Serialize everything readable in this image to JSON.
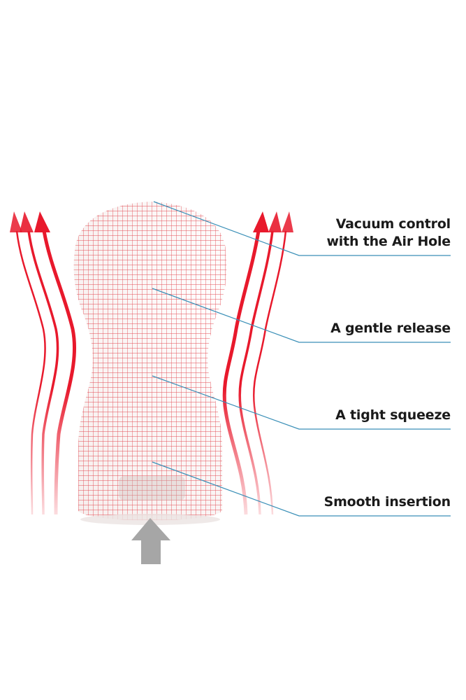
{
  "diagram": {
    "colors": {
      "background": "#ffffff",
      "grid": "#e0303a",
      "body_fill": "#f6eceb",
      "arrow_red": "#e8192c",
      "leader_line": "#3a8fb7",
      "push_arrow": "#a6a6a6",
      "label_text": "#1a1a1a"
    },
    "labels": [
      {
        "id": "air-hole",
        "lines": [
          "Vacuum control",
          "with the Air Hole"
        ]
      },
      {
        "id": "release",
        "lines": [
          "A gentle release"
        ]
      },
      {
        "id": "squeeze",
        "lines": [
          "A tight squeeze"
        ]
      },
      {
        "id": "insertion",
        "lines": [
          "Smooth insertion"
        ]
      }
    ],
    "icons": {
      "side_arrows": "airflow-arrows-icon",
      "push_arrow": "up-arrow-icon"
    }
  }
}
